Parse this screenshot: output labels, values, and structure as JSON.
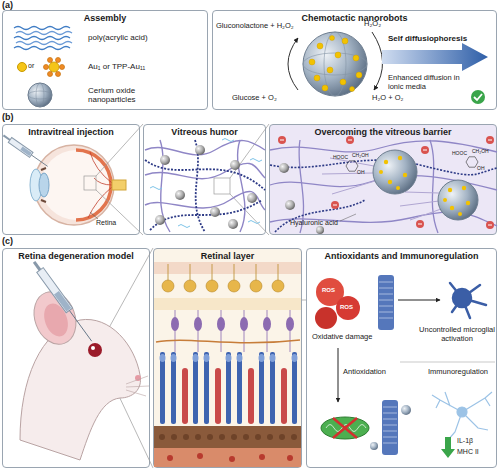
{
  "diagram": {
    "nodes": [
      {
        "text": [
          "Assembly"
        ]
      },
      {
        "text": [
          "Chemotactic nanorobots"
        ]
      },
      {
        "text": [
          "Intravitreal injection"
        ]
      },
      {
        "text": [
          "Vitreous humor"
        ]
      },
      {
        "text": [
          "Overcoming the vitreous barrier"
        ]
      },
      {
        "text": [
          "Retina degeneration model"
        ]
      },
      {
        "text": [
          "Retinal layer"
        ]
      },
      {
        "text": [
          "Antioxidants and Immunoregulation"
        ]
      }
    ],
    "labels": [
      "(a)",
      "poly(acrylic acid)",
      "or",
      "Au₁ or TPP-Au₁₁",
      "Cerium oxide nanoparticles",
      "Gluconolactone + H₂O₂",
      "H₂O₂",
      "Glucose + O₂",
      "H₂O + O₂",
      "Self diffusiophoresis",
      "Enhanced diffusion in ionic media",
      "(b)",
      "Retina",
      "HOOC",
      "OH",
      "CH₂OH",
      "HOOC",
      "OH",
      "CH₂OH",
      "Hyaluronic acid",
      "(c)",
      "ROS",
      "ROS",
      "Oxidative damage",
      "Uncontrolled microglial activation",
      "Antioxidation",
      "Immunoregulation",
      "IL-1β",
      "MHC II"
    ]
  }
}
